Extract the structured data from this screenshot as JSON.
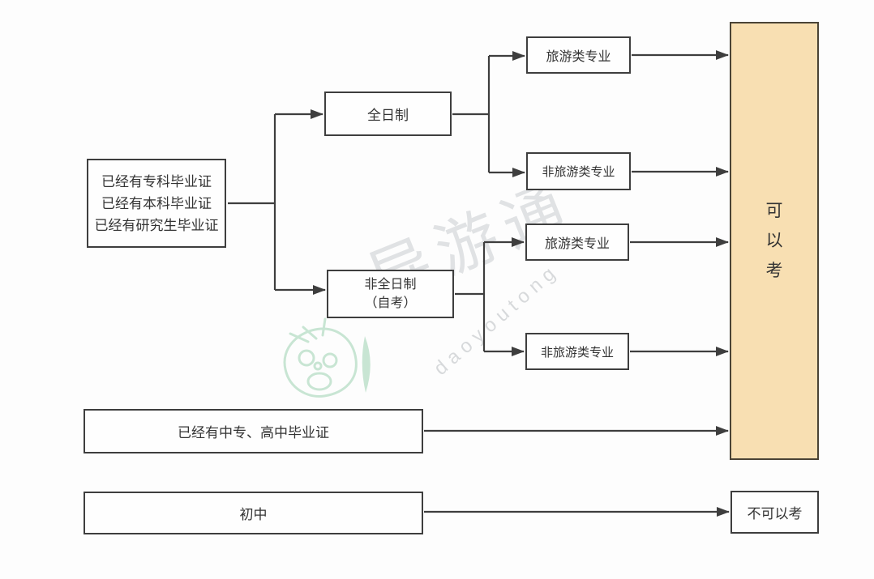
{
  "diagram": {
    "title_hint": "tour-guide exam eligibility flowchart",
    "colors": {
      "line": "#3e3e3e",
      "box_border": "#3e3e3e",
      "text": "#333333",
      "can_take_fill": "#f8dfb2",
      "can_take_border": "#4a4336",
      "watermark_green": "#9ed2b2",
      "watermark_gray": "#c9cdd0",
      "background": "#fdfdfd"
    },
    "nodes": {
      "diploma": {
        "line1": "已经有专科毕业证",
        "line2": "已经有本科毕业证",
        "line3": "已经有研究生毕业证"
      },
      "fulltime": {
        "label": "全日制"
      },
      "parttime": {
        "line1": "非全日制",
        "line2": "（自考）"
      },
      "tourism1": {
        "label": "旅游类专业"
      },
      "nontourism1": {
        "label": "非旅游类专业"
      },
      "tourism2": {
        "label": "旅游类专业"
      },
      "nontourism2": {
        "label": "非旅游类专业"
      },
      "canTake": {
        "label": "可以考"
      },
      "secondary": {
        "label": "已经有中专、高中毕业证"
      },
      "junior": {
        "label": "初中"
      },
      "cannotTake": {
        "label": "不可以考"
      }
    },
    "watermark": {
      "hanzi": "导游通",
      "latin": "daoyoutong"
    }
  }
}
